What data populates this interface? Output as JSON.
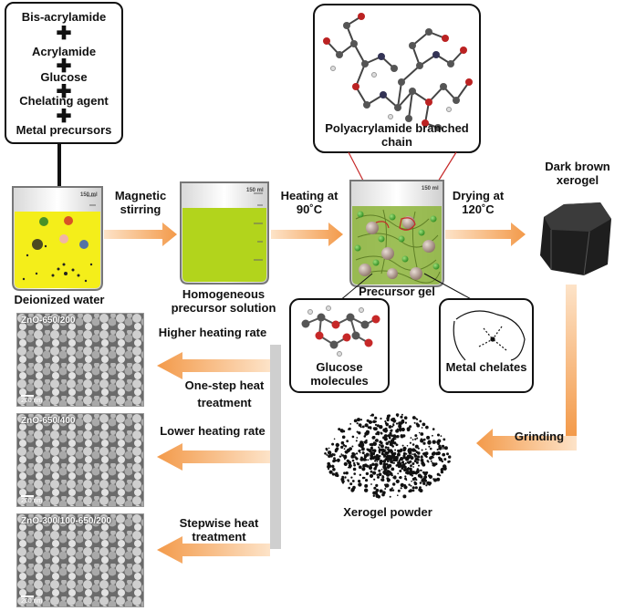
{
  "ingredients": [
    "Bis-acrylamide",
    "Acrylamide",
    "Glucose",
    "Chelating agent",
    "Metal precursors"
  ],
  "labels": {
    "deionized_water": "Deionized water",
    "magnetic_stirring": "Magnetic stirring",
    "homogeneous_solution": "Homogeneous precursor solution",
    "heating": "Heating at 90˚C",
    "precursor_gel": "Precursor gel",
    "drying": "Drying at 120˚C",
    "polyacrylamide": "Polyacrylamide branched chain",
    "xerogel": "Dark brown xerogel",
    "glucose_molecules": "Glucose molecules",
    "metal_chelates": "Metal chelates",
    "grinding": "Grinding",
    "xerogel_powder": "Xerogel powder",
    "higher_rate": "Higher heating rate",
    "one_step": "One-step heat treatment",
    "lower_rate": "Lower heating rate",
    "stepwise": "Stepwise heat treatment"
  },
  "beaker_mark": "150 ml",
  "sem": [
    {
      "tag": "ZnO-650/200",
      "scale": "200 nm"
    },
    {
      "tag": "ZnO-650/400",
      "scale": "200 nm"
    },
    {
      "tag": "ZnO-300/100-650/200",
      "scale": "200 nm"
    }
  ],
  "colors": {
    "arrow_orange": "#f7a35c",
    "solution_yellow": "#f4ee1a",
    "solution_green": "#b2d41c",
    "gel_green": "#8cb43a"
  }
}
